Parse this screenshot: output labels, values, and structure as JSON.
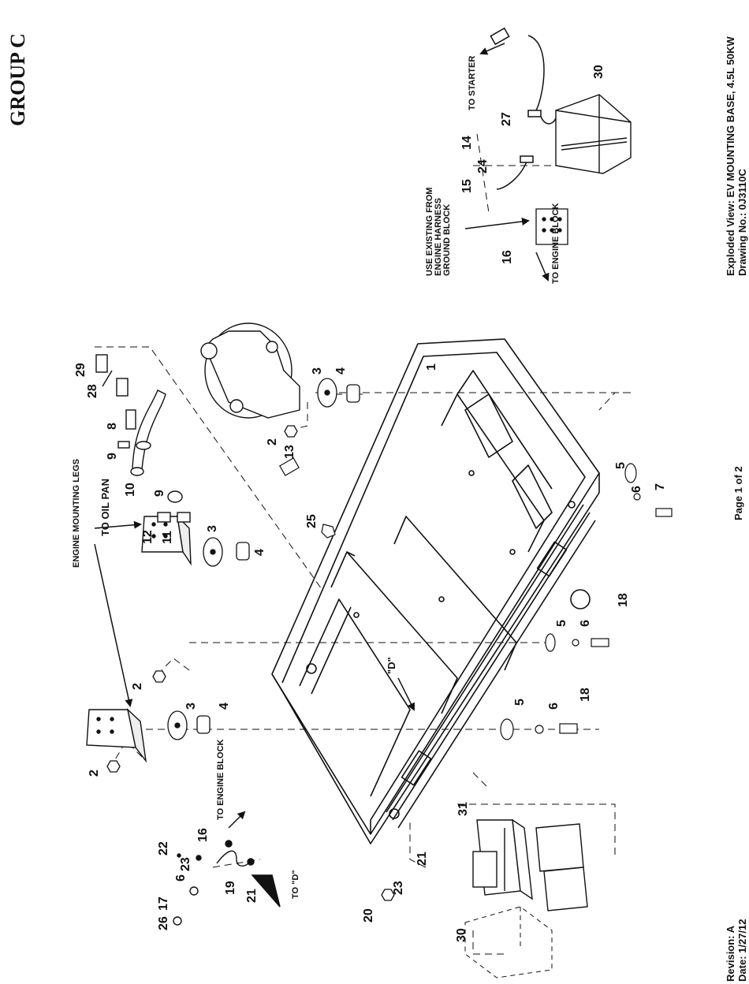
{
  "group_title": "GROUP C",
  "exploded_view": "Exploded View: EV MOUNTING BASE, 4.5L 50KW",
  "drawing_no": "Drawing No.: 0J3110C",
  "page": "Page 1 of 2",
  "revision": "Revision: A",
  "date": "Date: 1/27/12",
  "callouts": {
    "engine_mounting_legs": "ENGINE MOUNTING LEGS",
    "to_oil_pan": "TO OIL PAN",
    "to_starter": "TO STARTER",
    "to_engine_block_right": "TO ENGINE BLOCK",
    "to_engine_block_left": "TO ENGINE BLOCK",
    "use_existing": "USE EXISTING FROM ENGINE HARNESS GROUND BLOCK",
    "to_d": "TO \"D\"",
    "detail_d": "\"D\""
  },
  "part_numbers": {
    "p1": "1",
    "p2a": "2",
    "p2b": "2",
    "p2c": "2",
    "p3a": "3",
    "p3b": "3",
    "p3c": "3",
    "p4a": "4",
    "p4b": "4",
    "p4c": "4",
    "p5a": "5",
    "p5b": "5",
    "p5c": "5",
    "p6a": "6",
    "p6b": "6",
    "p6c": "6",
    "p6d": "6",
    "p7": "7",
    "p8": "8",
    "p9a": "9",
    "p9b": "9",
    "p10": "10",
    "p11": "11",
    "p12": "12",
    "p13": "13",
    "p14": "14",
    "p15": "15",
    "p16a": "16",
    "p16b": "16",
    "p17": "17",
    "p18a": "18",
    "p18b": "18",
    "p19": "19",
    "p20": "20",
    "p21a": "21",
    "p21b": "21",
    "p22": "22",
    "p23a": "23",
    "p23b": "23",
    "p24": "24",
    "p25": "25",
    "p26": "26",
    "p27": "27",
    "p28": "28",
    "p29": "29",
    "p30a": "30",
    "p30b": "30",
    "p31": "31"
  }
}
